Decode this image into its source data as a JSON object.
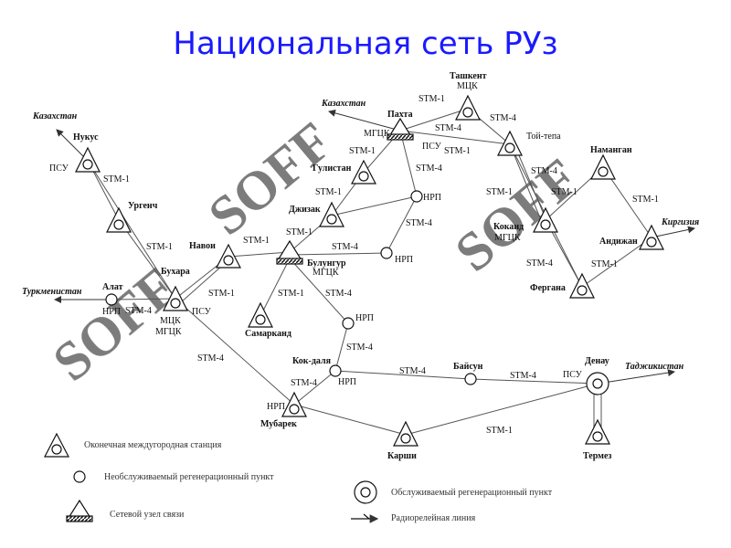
{
  "title": "Национальная сеть РУз",
  "colors": {
    "title": "#1a1aff",
    "line": "#555555",
    "node_fill": "#ffffff",
    "hub_base": "#222222",
    "watermark": "#bfe3c8"
  },
  "watermark_text": "SOFF",
  "nodes": {
    "tashkent": "Ташкент",
    "tashkent_sub": "МЦК",
    "pakhta": "Пахта",
    "pakhta_sub": "МГЦК",
    "toytepa": "Той-тепа",
    "gulistan": "Гулистан",
    "dzhizak": "Джизак",
    "bulungur": "Булунгур",
    "bulungur_sub": "МГЦК",
    "samarkand": "Самарканд",
    "nukus": "Нукус",
    "urgench": "Ургенч",
    "navoi": "Навои",
    "bukhara": "Бухара",
    "bukhara_sub1": "МЦК",
    "bukhara_sub2": "МГЦК",
    "alat": "Алат",
    "kokdalya": "Кок-даля",
    "baysun": "Байсун",
    "denau": "Денау",
    "mubarek": "Мубарек",
    "karshi": "Карши",
    "termez": "Термез",
    "namangan": "Наманган",
    "kokand": "Коканд",
    "kokand_sub": "МГЦК",
    "andizhan": "Андижан",
    "fergana": "Фергана"
  },
  "labels": {
    "nrp": "НРП",
    "psu": "ПСУ",
    "stm1": "STM-1",
    "stm4": "STM-4"
  },
  "external": {
    "kazakhstan": "Казахстан",
    "turkmenistan": "Туркменистан",
    "tajikistan": "Таджикистан",
    "kyrgyzstan": "Киргизия"
  },
  "legend": {
    "terminal": "Оконечная междугородная станция",
    "unattended": "Необслуживаемый регенерационный пункт",
    "network_node": "Сетевой узел связи",
    "attended": "Обслуживаемый регенерационный пункт",
    "radio": "Радиорелейная линия"
  }
}
